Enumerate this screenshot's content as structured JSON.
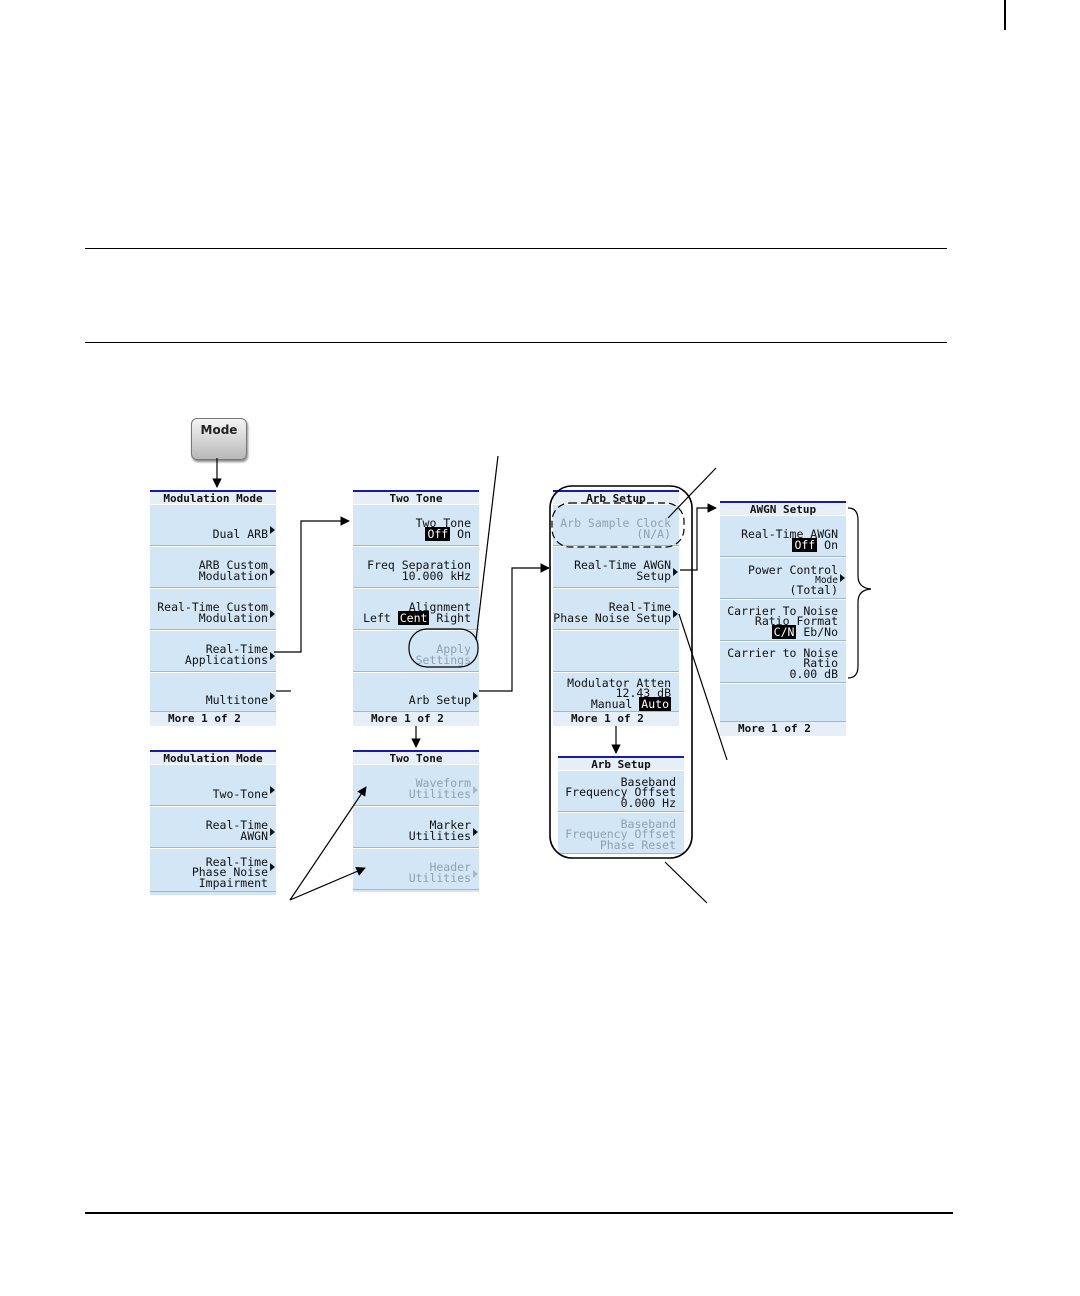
{
  "mode_key": {
    "label": "Mode"
  },
  "menus": {
    "mod_mode_1": {
      "title": "Modulation Mode",
      "keys": [
        {
          "lines": [
            "Dual ARB"
          ]
        },
        {
          "lines": [
            "ARB Custom",
            "Modulation"
          ]
        },
        {
          "lines": [
            "Real-Time Custom",
            "Modulation"
          ]
        },
        {
          "lines": [
            "Real-Time",
            "Applications"
          ]
        },
        {
          "lines": [
            "Multitone"
          ]
        }
      ],
      "footer": "More 1 of 2"
    },
    "mod_mode_2": {
      "title": "Modulation Mode",
      "keys": [
        {
          "lines": [
            "Two-Tone"
          ]
        },
        {
          "lines": [
            "Real-Time",
            "AWGN"
          ]
        },
        {
          "lines": [
            "Real-Time",
            "Phase Noise",
            "Impairment"
          ]
        }
      ]
    },
    "two_tone_1": {
      "title": "Two Tone",
      "keys": [
        {
          "line1": "Two Tone",
          "sel": "Off",
          "after": " On"
        },
        {
          "lines": [
            "Freq Separation",
            "10.000 kHz"
          ]
        },
        {
          "line1": "Alignment",
          "before": "Left ",
          "sel": "Cent",
          "after": " Right"
        },
        {
          "lines": [
            "Apply",
            "Settings"
          ]
        },
        {
          "lines": [
            "Arb Setup"
          ]
        }
      ],
      "footer": "More 1 of 2"
    },
    "two_tone_2": {
      "title": "Two Tone",
      "keys": [
        {
          "lines": [
            "Waveform",
            "Utilities"
          ]
        },
        {
          "lines": [
            "Marker",
            "Utilities"
          ]
        },
        {
          "lines": [
            "Header",
            "Utilities"
          ]
        }
      ]
    },
    "arb_setup_1": {
      "title": "Arb Setup",
      "keys": [
        {
          "lines": [
            "Arb Sample Clock",
            "(N/A)"
          ]
        },
        {
          "lines": [
            "Real-Time AWGN",
            "Setup"
          ]
        },
        {
          "lines": [
            "Real-Time",
            "Phase Noise Setup"
          ]
        },
        {
          "lines": [
            ""
          ]
        },
        {
          "line1": "Modulator Atten",
          "line2": "12.43 dB",
          "before": "Manual ",
          "sel": "Auto"
        }
      ],
      "footer": "More 1 of 2"
    },
    "arb_setup_2": {
      "title": "Arb Setup",
      "keys": [
        {
          "lines": [
            "Baseband",
            "Frequency Offset",
            "0.000 Hz"
          ]
        },
        {
          "lines": [
            "Baseband",
            "Frequency Offset",
            "Phase Reset"
          ]
        }
      ]
    },
    "awgn_setup": {
      "title": "AWGN Setup",
      "keys": [
        {
          "line1": "Real-Time AWGN",
          "sel": "Off",
          "after": " On"
        },
        {
          "lines": [
            "Power Control",
            "Mode",
            "(Total)"
          ]
        },
        {
          "line1": "Carrier To Noise",
          "line2": "Ratio Format",
          "sel": "C/N",
          "after": " Eb/No"
        },
        {
          "lines": [
            "Carrier to Noise",
            "Ratio",
            "0.00 dB"
          ]
        },
        {
          "lines": [
            ""
          ]
        }
      ],
      "footer": "More 1 of 2"
    }
  }
}
